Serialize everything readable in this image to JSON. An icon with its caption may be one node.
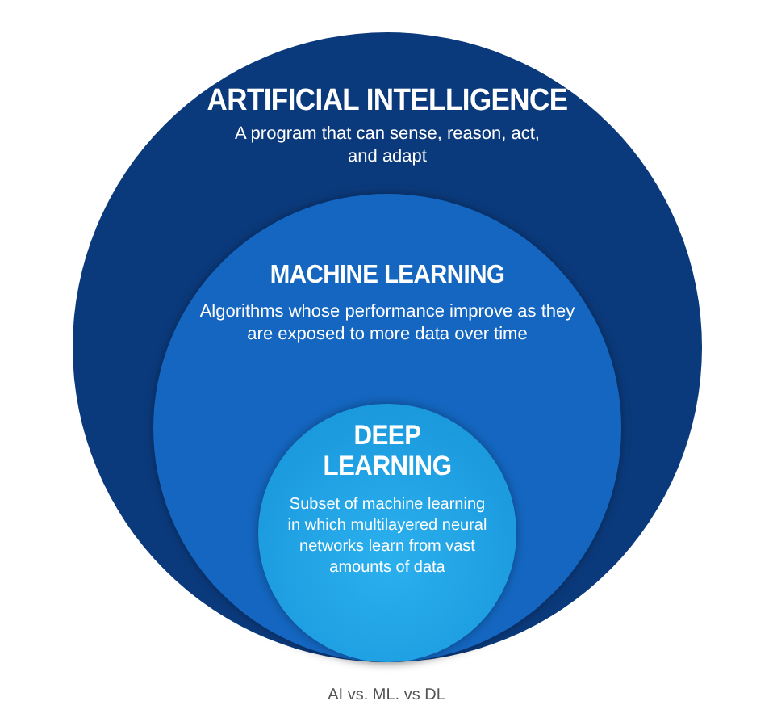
{
  "diagram": {
    "caption": "AI vs. ML. vs DL",
    "nodes": [
      {
        "text": [
          "ARTIFICIAL INTELLIGENCE",
          "A program that can sense, reason, act, and adapt"
        ]
      },
      {
        "text": [
          "MACHINE LEARNING",
          "Algorithms whose performance improve as they are exposed to more data over time"
        ],
        "in": 0
      },
      {
        "text": [
          "DEEP LEARNING",
          "Subset of machine learning in which multilayered neural networks learn from vast amounts of data"
        ],
        "in": 1
      }
    ],
    "edges": []
  }
}
